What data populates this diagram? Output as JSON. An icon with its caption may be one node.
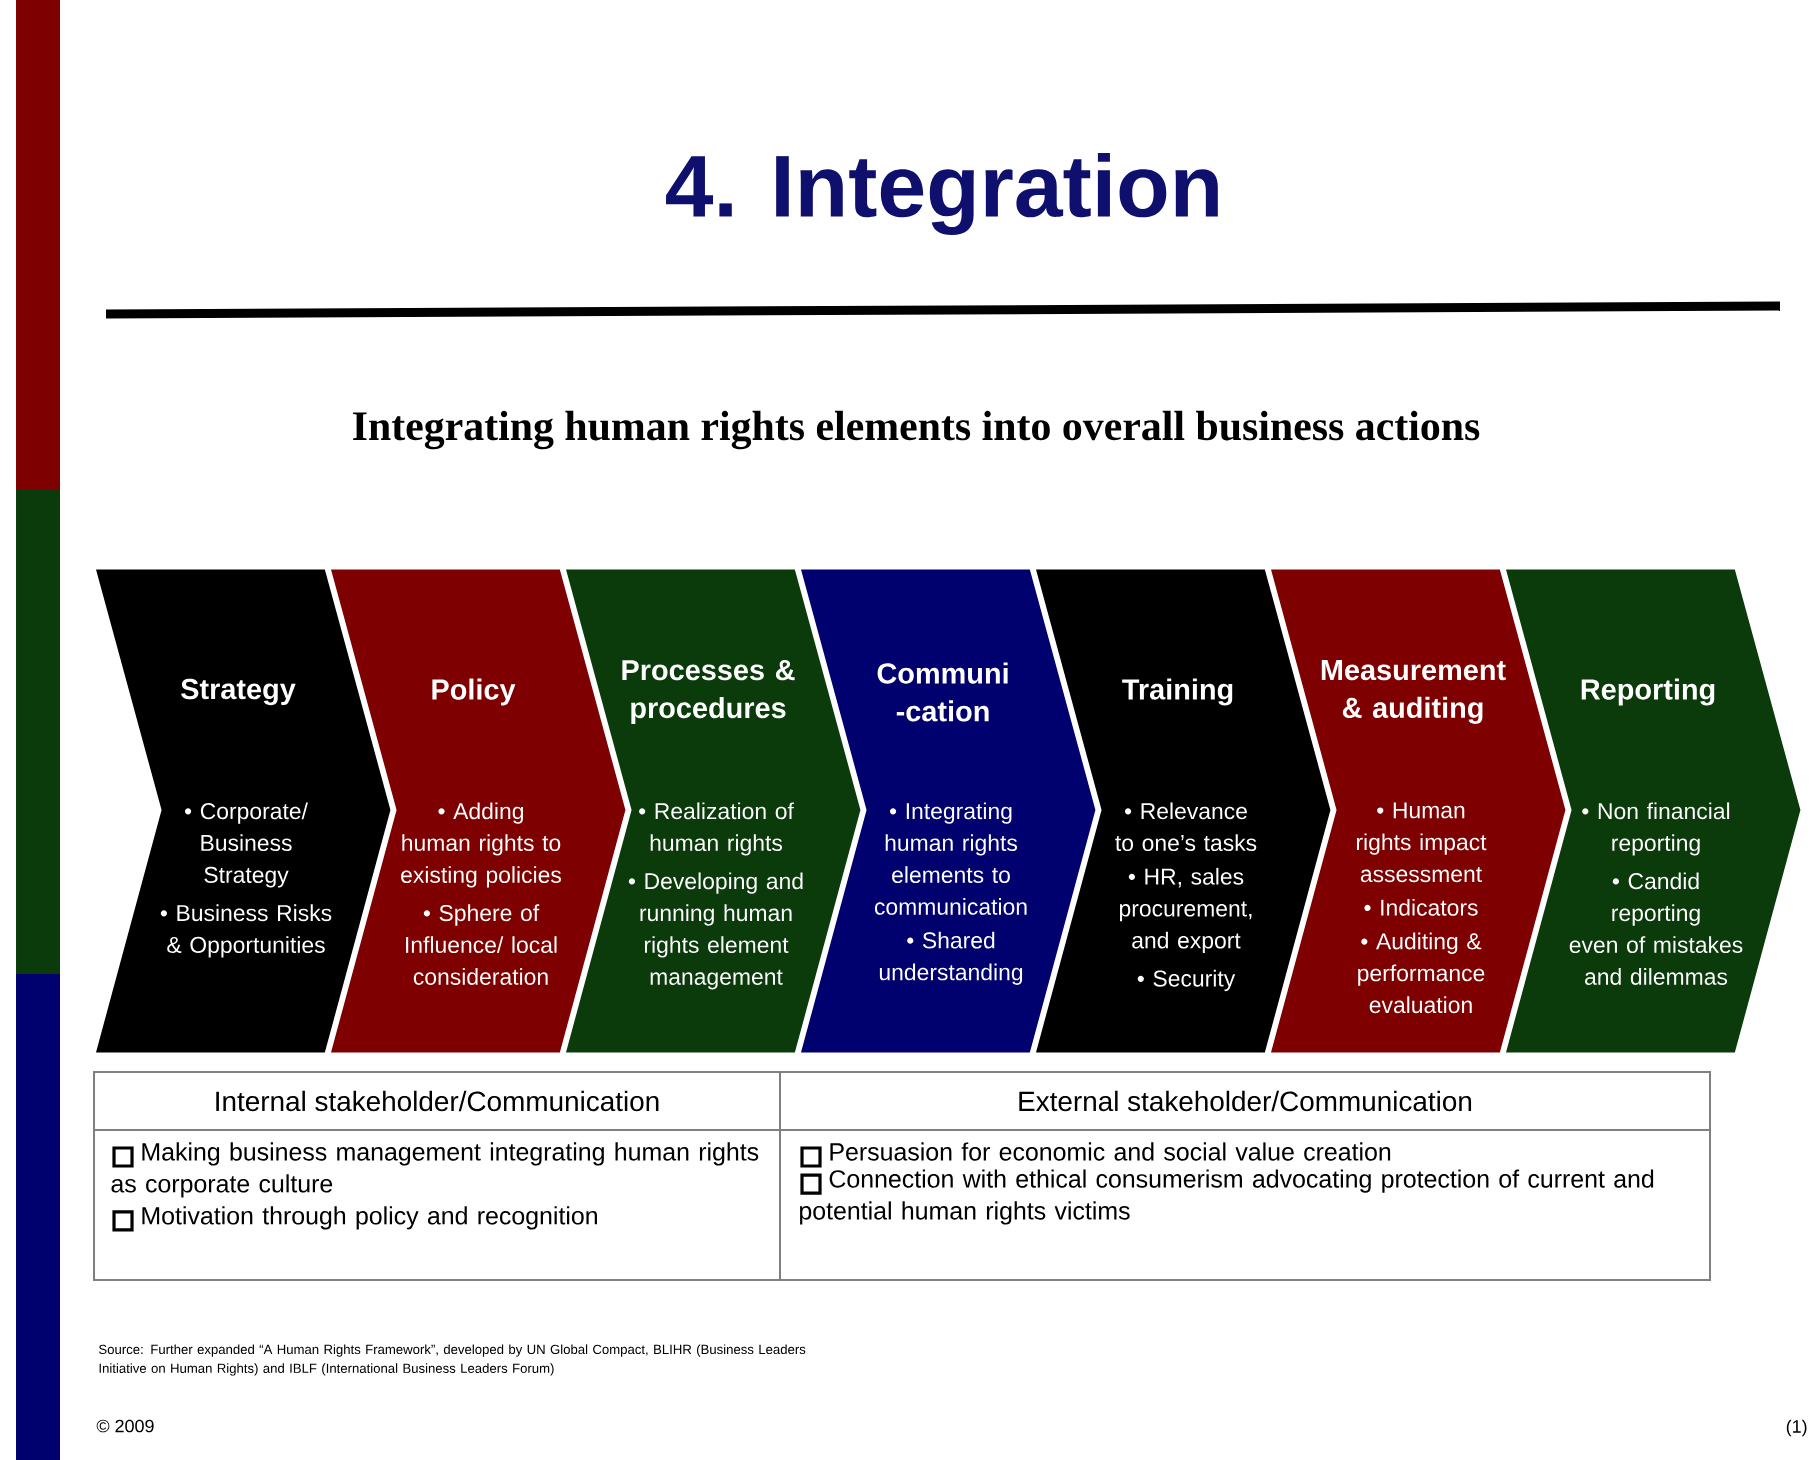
{
  "diagram": {
    "title": "4. Integration",
    "nodes": [
      {
        "text": [
          "Strategy",
          "• Corporate/ Business Strategy",
          "• Business Risks & Opportunities"
        ]
      },
      {
        "text": [
          "Policy",
          "• Adding human rights to existing policies",
          "• Sphere of Influence/ local consideration"
        ]
      },
      {
        "text": [
          "Processes & procedures",
          "• Realization of human rights",
          "• Developing and running human rights element management"
        ]
      },
      {
        "text": [
          "Communi -cation",
          "• Integrating human rights elements to communication",
          "• Shared understanding"
        ]
      },
      {
        "text": [
          "Training",
          "• Relevance to one’s tasks",
          "• HR, sales procurement, and export",
          "• Security"
        ]
      },
      {
        "text": [
          "Measurement & auditing",
          "• Human rights impact assessment",
          "• Indicators",
          "• Auditing & performance evaluation"
        ]
      },
      {
        "text": [
          "Reporting",
          "• Non financial reporting",
          "• Candid reporting even of mistakes and dilemmas"
        ]
      }
    ],
    "edges": [],
    "labels": [
      "Integrating human rights elements into overall business actions",
      "Internal stakeholder/Communication",
      "External stakeholder/Communication",
      "Making business management integrating human rights as corporate culture",
      "Motivation through policy and recognition",
      "Persuasion for economic and social value creation",
      "Connection with ethical consumerism advocating protection of current and potential human rights victims",
      "Source: Further expanded “A Human Rights Framework”, developed by UN Global Compact, BLIHR (Business Leaders Initiative on Human Rights) and IBLF (International Business Leaders Forum)",
      "© 2009",
      "(1)"
    ]
  }
}
